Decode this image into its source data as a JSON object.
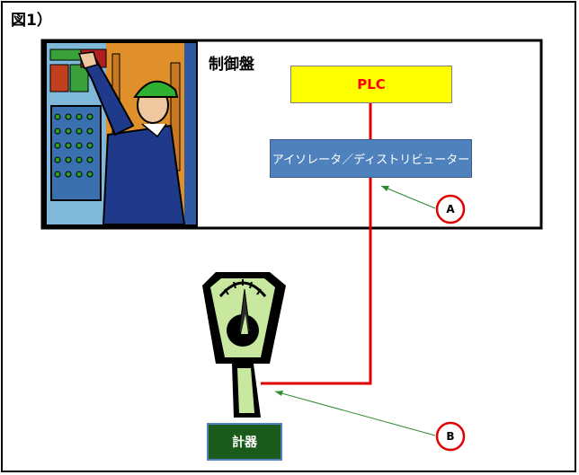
{
  "figure_label": "図1）",
  "control_panel": {
    "title": "制御盤"
  },
  "plc": {
    "label": "PLC"
  },
  "isolator": {
    "label": "アイソレータ／ディストリビューター"
  },
  "meter": {
    "label": "計器"
  },
  "callouts": [
    {
      "label": "A"
    },
    {
      "label": "B"
    }
  ],
  "colors": {
    "plc_fill": "#ffff00",
    "plc_text": "#ff0000",
    "isolator_fill": "#4f81bd",
    "meter_fill": "#1a5a1a",
    "wire": "#e00000",
    "pointer": "#2e8b2e",
    "callout_ring": "#e00000"
  },
  "icons": [
    "operator-illustration",
    "meter-gauge-illustration"
  ]
}
